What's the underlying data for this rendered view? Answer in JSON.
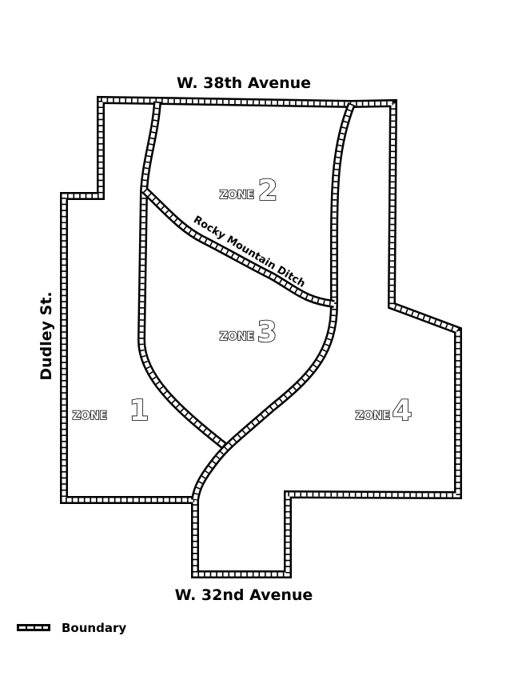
{
  "map": {
    "streets": {
      "north": "W. 38th Avenue",
      "south": "W. 32nd Avenue",
      "west": "Dudley St."
    },
    "features": {
      "ditch": "Rocky Mountain Ditch"
    },
    "zones": [
      {
        "word": "ZONE",
        "number": "1"
      },
      {
        "word": "ZONE",
        "number": "2"
      },
      {
        "word": "ZONE",
        "number": "3"
      },
      {
        "word": "ZONE",
        "number": "4"
      }
    ],
    "legend": {
      "boundary_label": "Boundary"
    },
    "colors": {
      "line": "#000000",
      "background": "#ffffff"
    }
  }
}
